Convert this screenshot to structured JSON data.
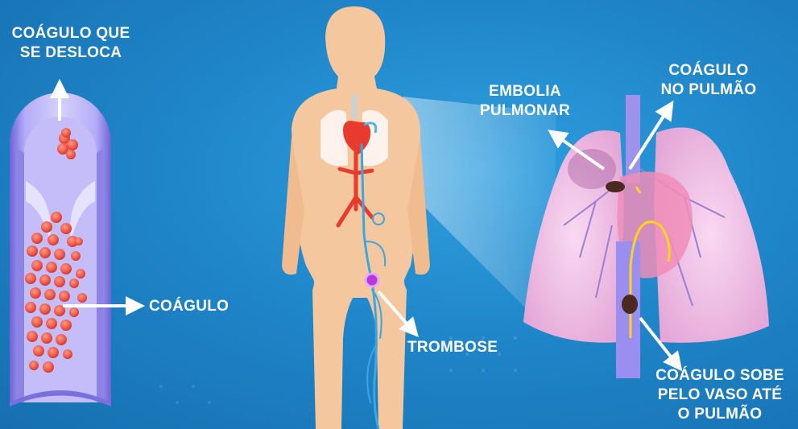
{
  "labels": {
    "moving_clot": [
      "COÁGULO QUE",
      "SE DESLOCA"
    ],
    "clot": "COÁGULO",
    "thrombosis": "TROMBOSE",
    "pulmonary_embolism": [
      "EMBOLIA",
      "PULMONAR"
    ],
    "clot_in_lung": [
      "COÁGULO",
      "NO PULMÃO"
    ],
    "clot_travels": [
      "COÁGULO SOBE",
      "PELO VASO ATÉ",
      "O PULMÃO"
    ]
  },
  "colors": {
    "background": "#1f86c9",
    "skin": "#f5c79e",
    "vessel": "#9a8ff0",
    "clot_cells": "#f05a4a",
    "lung": "#f2c4e8",
    "heart": "#e83a2f",
    "vein": "#4fb4e6",
    "arrow": "#ffffff",
    "flow_arrow": "#ffd21f"
  }
}
